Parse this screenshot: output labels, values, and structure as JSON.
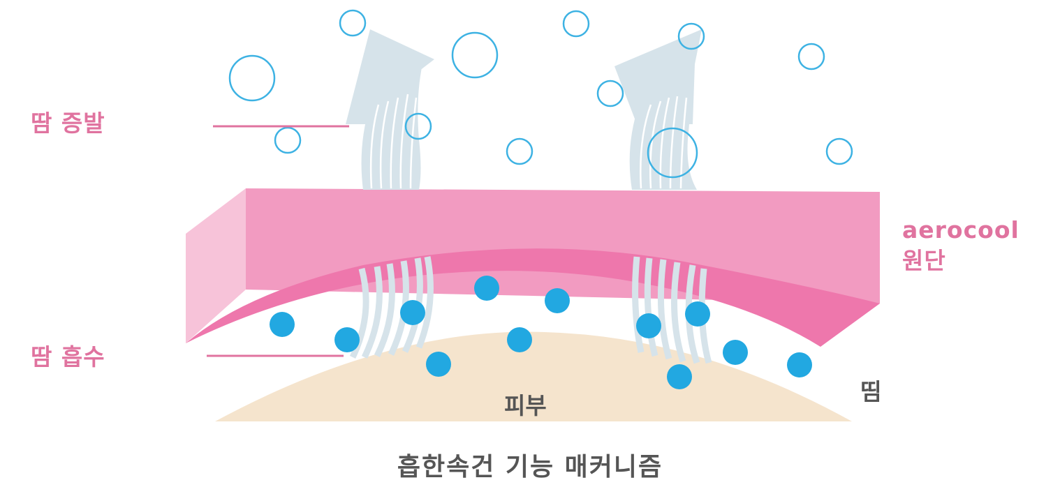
{
  "labels": {
    "evaporation": "땀 증발",
    "absorption": "땀 흡수",
    "fabric_line1": "aerocool",
    "fabric_line2": "원단",
    "skin": "피부",
    "sweat": "띰"
  },
  "caption": "흡한속건 기능 매커니즘",
  "colors": {
    "label_pink": "#e0739f",
    "fabric_top": "#f29bc1",
    "fabric_front": "#ee77ac",
    "fabric_side": "#f7c3d9",
    "skin": "#f5e4cd",
    "droplet": "#22a8e1",
    "vapor_outline": "#3db2e3",
    "arrow": "#d6e3ea",
    "text_dark": "#555555"
  }
}
